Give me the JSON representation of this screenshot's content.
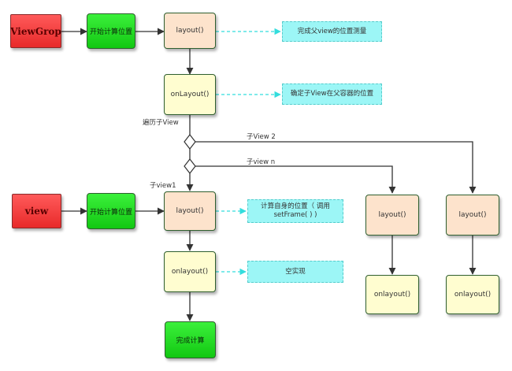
{
  "nodes": {
    "viewgroup": "ViewGrop",
    "start_calc_1": "开始计算位置",
    "layout_1": "layout()",
    "onlayout_1": "onLayout()",
    "view": "view",
    "start_calc_2": "开始计算位置",
    "layout_child": "layout()",
    "onlayout_child": "onlayout()",
    "done_calc": "完成计算",
    "layout_2": "layout()",
    "onlayout_2": "onlayout()",
    "layout_3": "layout()",
    "onlayout_3": "onlayout()"
  },
  "notes": {
    "measure_parent": "完成父view的位置测量",
    "position_in_parent": "确定子View在父容器的位置",
    "calc_self_line1": "计算自身的位置（ 调用",
    "calc_self_line2": "setFrame( ) )",
    "empty_impl": "空实现"
  },
  "labels": {
    "iterate_children": "遍历子View",
    "child_view_2": "子View 2",
    "child_view_n": "子view n",
    "child_view_1": "子view1"
  },
  "colors": {
    "start_red": "#ff3b3b",
    "step_green": "#22dd22",
    "method_peach": "#fde3cc",
    "method_cream": "#fffdd0",
    "note_cyan": "#9cf6f6",
    "arrow": "#333333",
    "dashed_arrow": "#33dddd"
  }
}
